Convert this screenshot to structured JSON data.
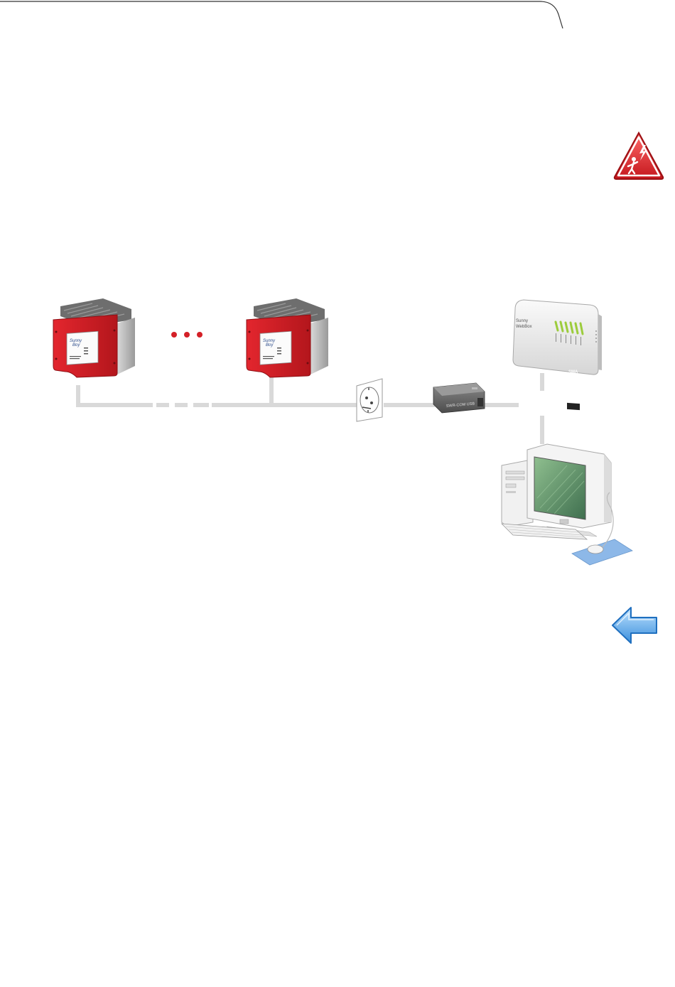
{
  "diagram": {
    "inverter_brand_line1": "Sunny",
    "inverter_brand_line2": "Boy",
    "webbox_label_line1": "Sunny",
    "webbox_label_line2": "WebBox",
    "webbox_logo": "SMA",
    "usb_adapter_label": "SWR-COM USB",
    "ellipsis_color": "#d42027",
    "line_color": "#d9d9d9"
  },
  "icons": {
    "warning": "electric-shock-warning-icon",
    "back": "back-arrow-icon"
  },
  "colors": {
    "inverter_red": "#d42027",
    "warning_red": "#e3242b",
    "arrow_blue": "#5aa9e6"
  }
}
